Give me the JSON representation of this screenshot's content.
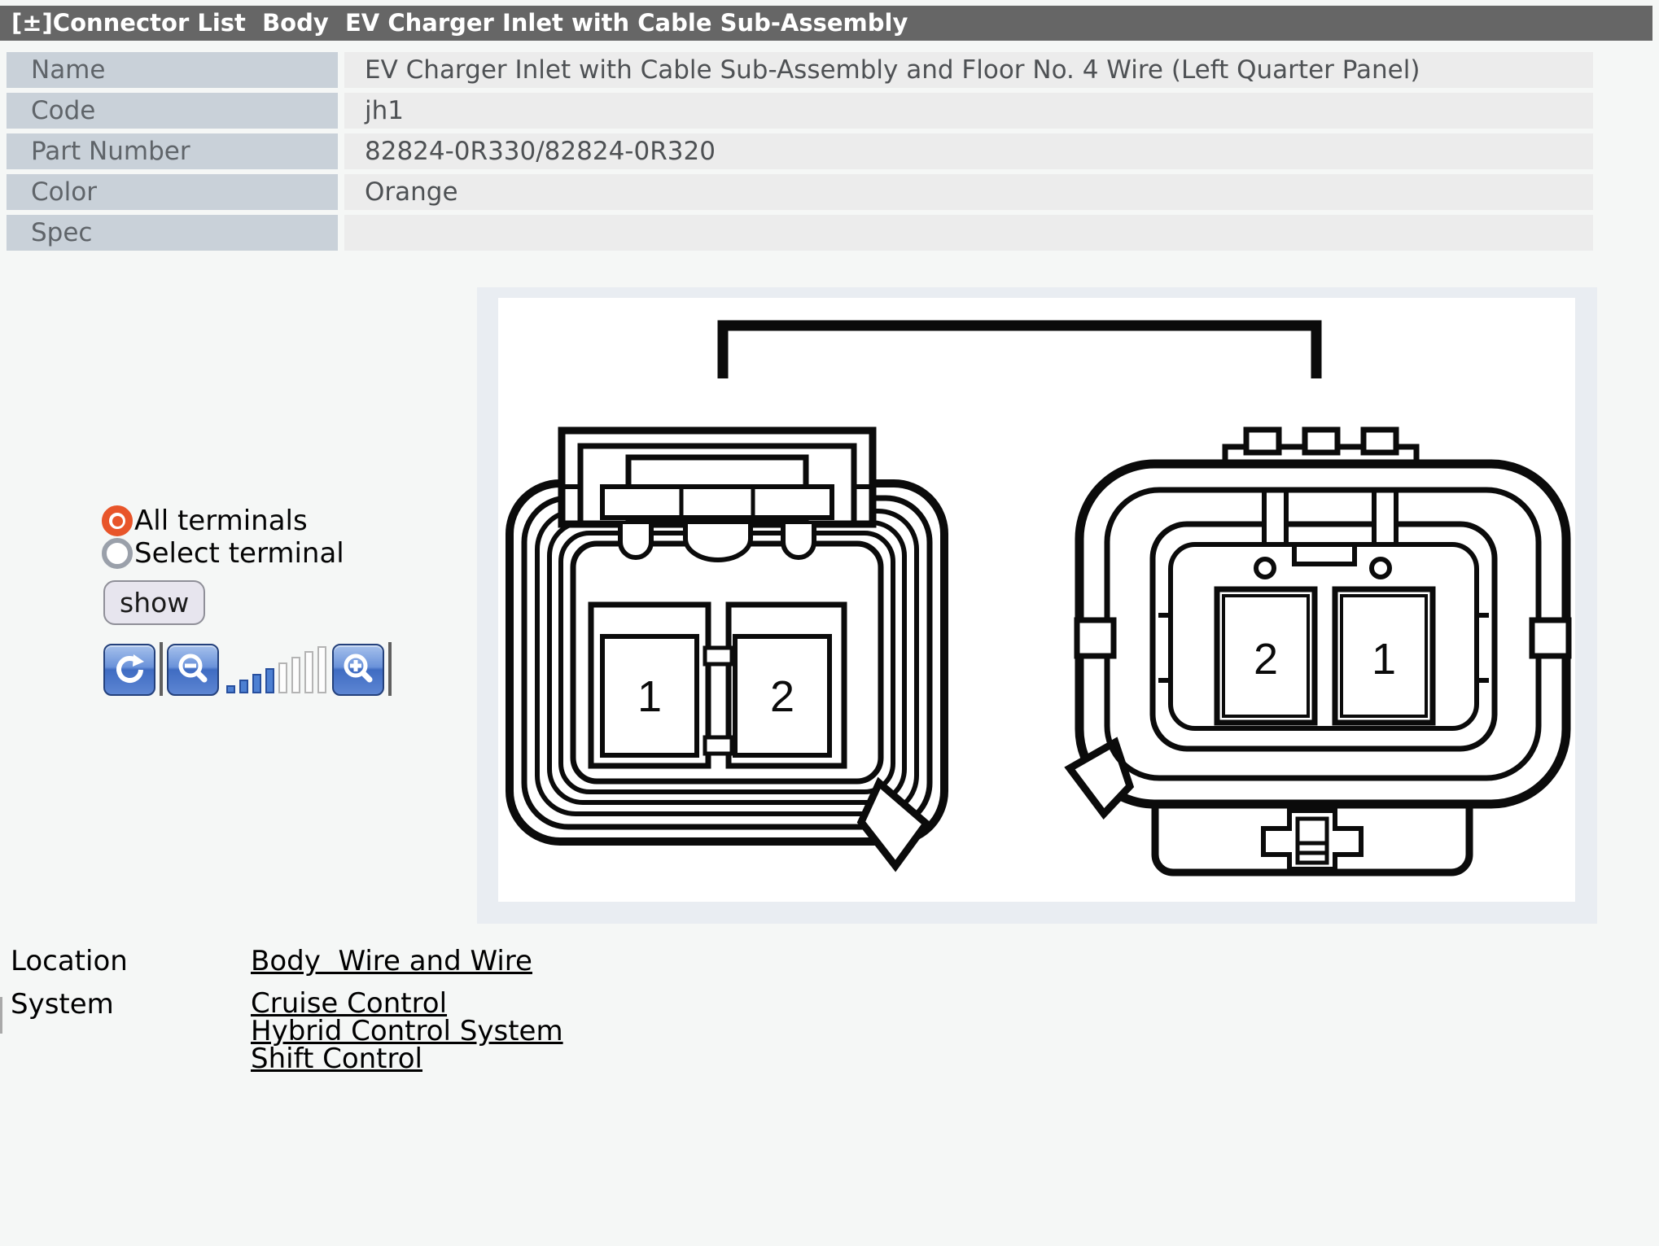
{
  "window": {
    "title": "[±]Connector List  Body  EV Charger Inlet with Cable Sub-Assembly"
  },
  "details": {
    "rows": [
      {
        "label": "Name",
        "value": "EV Charger Inlet with Cable Sub-Assembly and Floor No. 4 Wire (Left Quarter Panel)"
      },
      {
        "label": "Code",
        "value": "jh1"
      },
      {
        "label": "Part Number",
        "value": "82824-0R330/82824-0R320"
      },
      {
        "label": "Color",
        "value": "Orange"
      },
      {
        "label": "Spec",
        "value": ""
      }
    ]
  },
  "terminal_controls": {
    "options": [
      {
        "label": "All terminals",
        "selected": true
      },
      {
        "label": "Select terminal",
        "selected": false
      }
    ],
    "show_button": "show"
  },
  "zoom_toolbar": {
    "reset_icon": "circular-arrow",
    "zoom_out_icon": "magnifier-minus",
    "zoom_in_icon": "magnifier-plus",
    "level_filled": 4,
    "level_total": 8
  },
  "diagram": {
    "left_terminals": [
      "1",
      "2"
    ],
    "right_terminals": [
      "2",
      "1"
    ]
  },
  "info": {
    "location_label": "Location",
    "location_link": "Body  Wire and Wire",
    "system_label": "System",
    "system_links": [
      "Cruise Control",
      "Hybrid Control System",
      "Shift Control"
    ]
  },
  "colors": {
    "header_bg": "#666666",
    "label_cell_bg": "#c9d1d9",
    "value_cell_bg": "#ececec",
    "page_bg": "#f5f7f6",
    "panel_bg": "#e9edf2",
    "radio_selected": "#e8552a",
    "toolbar_button_blue": "#4a77cb",
    "bar_filled": "#4d80d2"
  }
}
